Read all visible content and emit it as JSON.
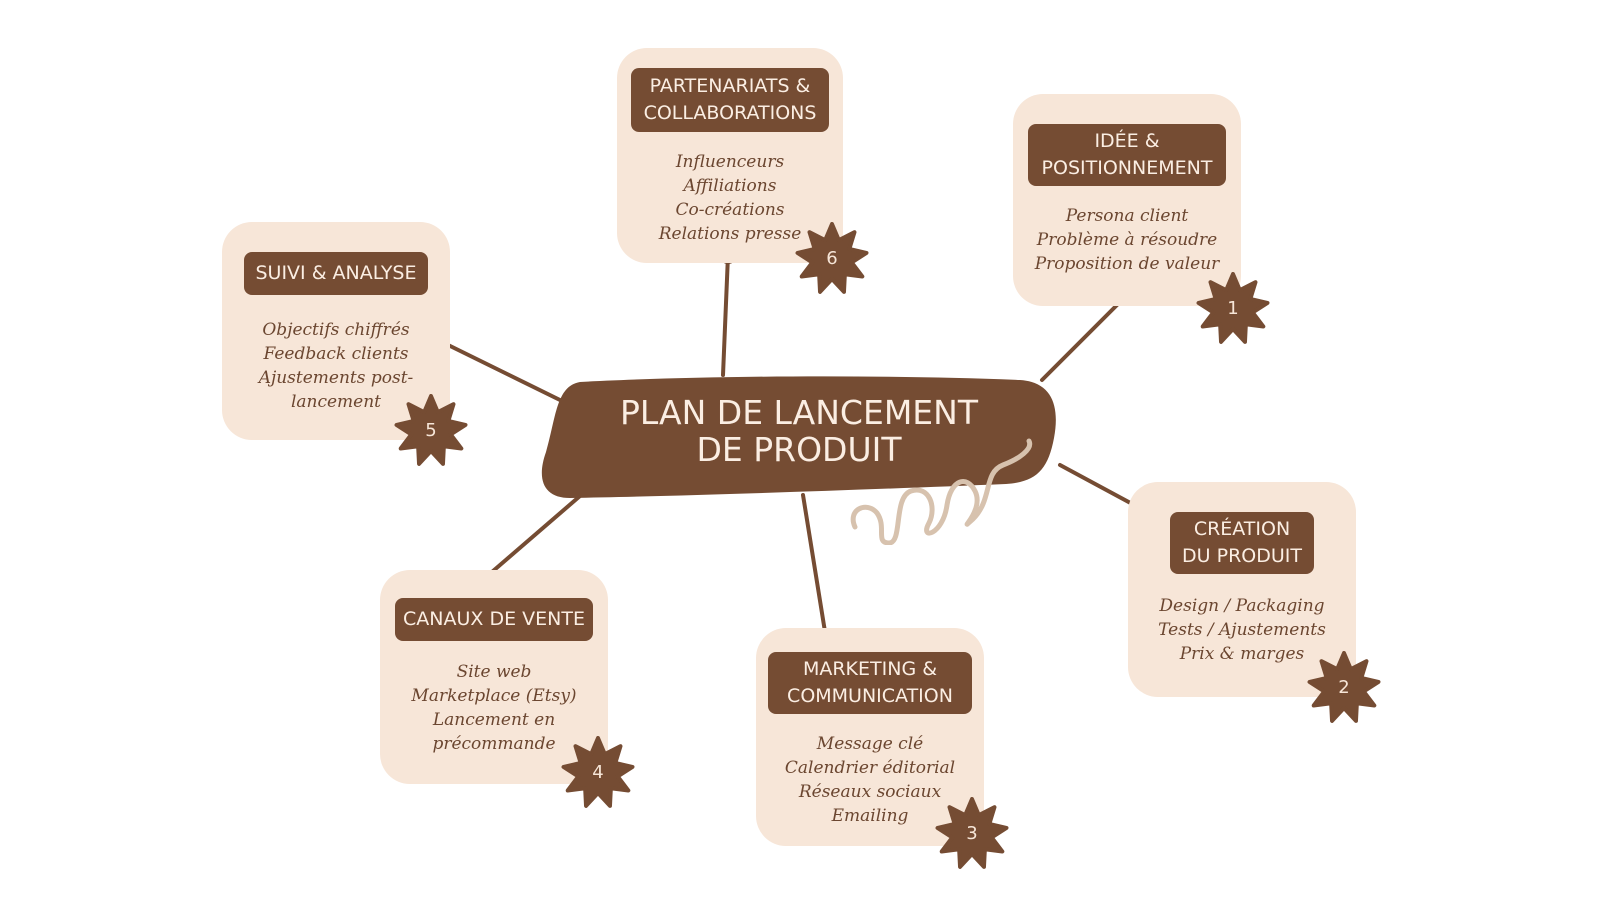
{
  "central": {
    "line1": "PLAN DE LANCEMENT",
    "line2": "DE PRODUIT"
  },
  "colors": {
    "brown": "#754c33",
    "cream": "#f7e6d8",
    "text": "#6b4630",
    "swirl": "#d7c2ae"
  },
  "nodes": [
    {
      "number": "1",
      "title_lines": [
        "IDÉE &",
        "POSITIONNEMENT"
      ],
      "items": [
        "Persona client",
        "Problème à résoudre",
        "Proposition de valeur"
      ]
    },
    {
      "number": "2",
      "title_lines": [
        "CRÉATION",
        "DU PRODUIT"
      ],
      "items": [
        "Design / Packaging",
        "Tests / Ajustements",
        "Prix & marges"
      ]
    },
    {
      "number": "3",
      "title_lines": [
        "MARKETING &",
        "COMMUNICATION"
      ],
      "items": [
        "Message clé",
        "Calendrier éditorial",
        "Réseaux sociaux",
        "Emailing"
      ]
    },
    {
      "number": "4",
      "title_lines": [
        "CANAUX DE VENTE"
      ],
      "items": [
        "Site web",
        "Marketplace (Etsy)",
        "Lancement en",
        "précommande"
      ]
    },
    {
      "number": "5",
      "title_lines": [
        "SUIVI & ANALYSE"
      ],
      "items": [
        "Objectifs chiffrés",
        "Feedback clients",
        "Ajustements post-",
        "lancement"
      ]
    },
    {
      "number": "6",
      "title_lines": [
        "PARTENARIATS &",
        "COLLABORATIONS"
      ],
      "items": [
        "Influenceurs",
        "Affiliations",
        "Co-créations",
        "Relations presse"
      ]
    }
  ]
}
